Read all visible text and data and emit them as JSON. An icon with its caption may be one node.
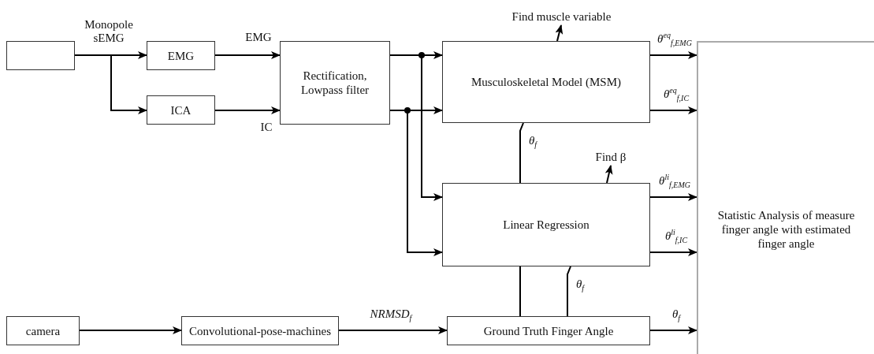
{
  "diagram": {
    "nodes": [
      {
        "text": [],
        "shape": "box"
      },
      {
        "text": [
          "EMG"
        ]
      },
      {
        "text": [
          "ICA"
        ]
      },
      {
        "text": [
          "Rectification, Lowpass filter"
        ]
      },
      {
        "text": [
          "Musculoskeletal Model (MSM)"
        ]
      },
      {
        "text": [
          "Linear Regression"
        ]
      },
      {
        "text": [
          "camera"
        ]
      },
      {
        "text": [
          "Convolutional-pose-machines"
        ]
      },
      {
        "text": [
          "Ground Truth Finger Angle"
        ]
      },
      {
        "text": [
          "Statistic Analysis of measure finger angle with estimated finger angle"
        ]
      },
      {
        "text": [
          "Find muscle variable"
        ]
      },
      {
        "text": [
          "Find β"
        ]
      }
    ],
    "edges": [
      {
        "from": 0,
        "to": 1,
        "arrow": "to",
        "label": "Monopole sEMG"
      },
      {
        "from": 0,
        "to": 2,
        "arrow": "to"
      },
      {
        "from": 1,
        "to": 3,
        "arrow": "to",
        "label": "EMG"
      },
      {
        "from": 2,
        "to": 3,
        "arrow": "to",
        "label": "IC"
      },
      {
        "from": 3,
        "to": 4,
        "arrow": "to"
      },
      {
        "from": 3,
        "to": 4,
        "arrow": "to"
      },
      {
        "from": 3,
        "to": 5,
        "arrow": "to"
      },
      {
        "from": 3,
        "to": 5,
        "arrow": "to"
      },
      {
        "from": 4,
        "to": 10,
        "arrow": "to"
      },
      {
        "from": 5,
        "to": 11,
        "arrow": "to"
      },
      {
        "from": 4,
        "to": 9,
        "arrow": "to",
        "label": "θ$^{eq}$$_{f,EMG}$"
      },
      {
        "from": 4,
        "to": 9,
        "arrow": "to",
        "label": "θ$^{eq}$$_{f,IC}$"
      },
      {
        "from": 5,
        "to": 9,
        "arrow": "to",
        "label": "θ$^{li}$$_{f,EMG}$"
      },
      {
        "from": 5,
        "to": 9,
        "arrow": "to",
        "label": "θ$^{li}$$_{f,IC}$"
      },
      {
        "from": 8,
        "to": 9,
        "arrow": "to",
        "label": "θ$_{f}$"
      },
      {
        "from": 6,
        "to": 7,
        "arrow": "to"
      },
      {
        "from": 7,
        "to": 8,
        "arrow": "to",
        "label": "NRMSD$_{f}$"
      },
      {
        "from": 5,
        "to": 4,
        "arrow": "none",
        "label": "θ$_{f}$"
      },
      {
        "from": 8,
        "to": 5,
        "arrow": "none"
      },
      {
        "from": 8,
        "to": 5,
        "arrow": "none",
        "label": "θ$_{f}$"
      }
    ]
  }
}
